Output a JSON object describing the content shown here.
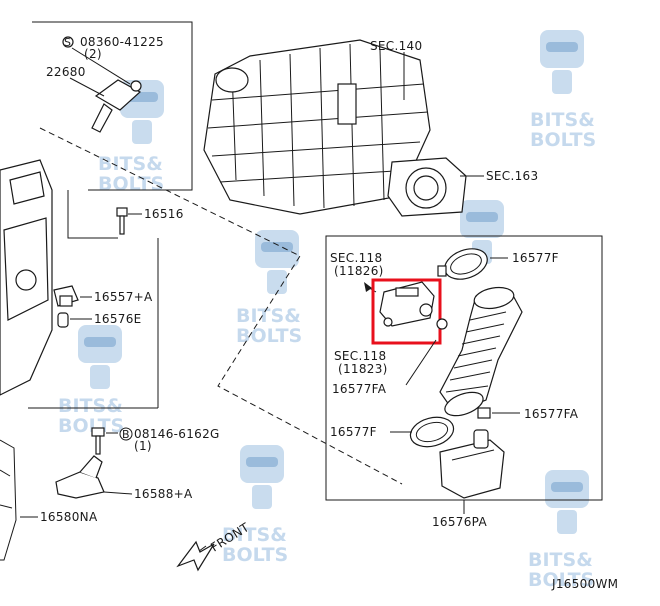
{
  "diagram_code": "J16500WM",
  "front_label": "FRONT",
  "watermark": {
    "line1": "BITS&",
    "line2": "BOLTS"
  },
  "colors": {
    "highlight": "#e8101c",
    "line": "#1a1a1a",
    "watermark": "#bcd3ea"
  },
  "labels": {
    "sec140": "SEC.140",
    "sec163": "SEC.163",
    "bolt_08360": "08360-41225",
    "bolt_08360_qty": "(2)",
    "p22680": "22680",
    "p16516": "16516",
    "p16557A": "16557+A",
    "p16576E": "16576E",
    "bolt_08146": "08146-6162G",
    "bolt_08146_qty": "(1)",
    "p16588A": "16588+A",
    "p16580NA": "16580NA",
    "sec118_top": "SEC.118",
    "sec118_top_ref": "(11826)",
    "sec118_bot": "SEC.118",
    "sec118_bot_ref": "(11823)",
    "p16577F_top": "16577F",
    "p16577FA_left": "16577FA",
    "p16577FA_right": "16577FA",
    "p16577F_bottom": "16577F",
    "p16576PA": "16576PA"
  },
  "icons": [
    "screw-icon",
    "bolt-icon",
    "arrow-icon",
    "robot-mascot-icon"
  ]
}
